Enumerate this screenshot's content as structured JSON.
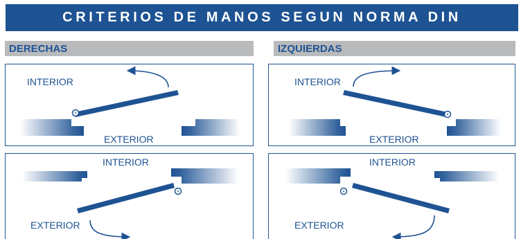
{
  "title": "CRITERIOS DE MANOS SEGUN NORMA DIN",
  "sections": {
    "right": "DERECHAS",
    "left": "IZQUIERDAS"
  },
  "labels": {
    "interior": "INTERIOR",
    "exterior": "EXTERIOR"
  },
  "colors": {
    "brand_blue": "#1e5393",
    "header_gray": "#b9babc"
  }
}
